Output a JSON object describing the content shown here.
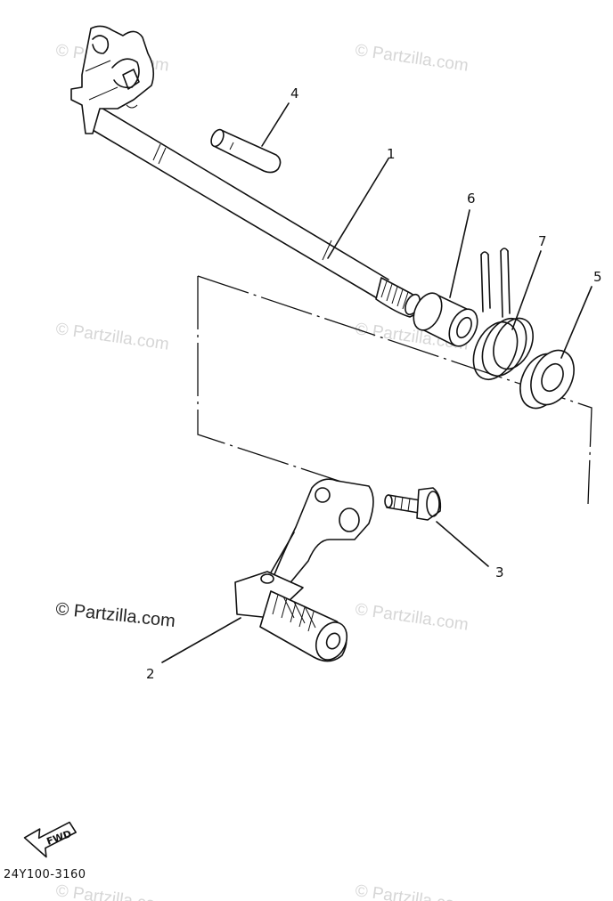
{
  "diagram": {
    "callouts": [
      {
        "label": "1",
        "part": "shift-shaft"
      },
      {
        "label": "2",
        "part": "shift-pedal"
      },
      {
        "label": "3",
        "part": "pedal-bolt"
      },
      {
        "label": "4",
        "part": "dowel-pin"
      },
      {
        "label": "5",
        "part": "oil-seal"
      },
      {
        "label": "6",
        "part": "collar"
      },
      {
        "label": "7",
        "part": "torsion-spring"
      }
    ],
    "drawing_code": "24Y100-3160",
    "direction_arrow_label": "FWD"
  },
  "watermark": {
    "text": "© Partzilla.com"
  }
}
